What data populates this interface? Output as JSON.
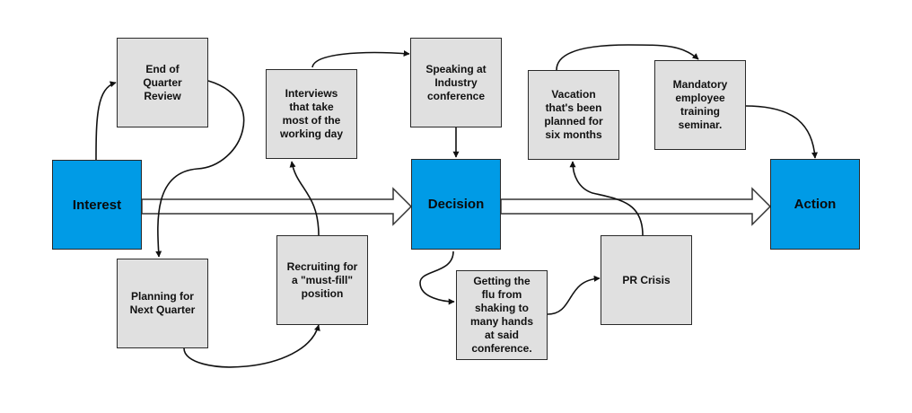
{
  "colors": {
    "stage_fill": "#009be6",
    "task_fill": "#e0e0e0",
    "border": "#2a2a2a",
    "arrow": "#111111",
    "main_flow_fill": "#ffffff"
  },
  "nodes": {
    "interest": {
      "label": "Interest"
    },
    "decision": {
      "label": "Decision"
    },
    "action": {
      "label": "Action"
    },
    "end_of_quarter_review": {
      "label": "End of\nQuarter\nReview"
    },
    "planning_next_quarter": {
      "label": "Planning for\nNext Quarter"
    },
    "interviews": {
      "label": "Interviews\nthat take\nmost of the\nworking day"
    },
    "recruiting": {
      "label": "Recruiting for\na \"must-fill\"\nposition"
    },
    "speaking_conference": {
      "label": "Speaking at\nIndustry\nconference"
    },
    "flu": {
      "label": "Getting the\nflu from\nshaking to\nmany hands\nat said\nconference."
    },
    "vacation": {
      "label": "Vacation\nthat's been\nplanned for\nsix months"
    },
    "pr_crisis": {
      "label": "PR Crisis"
    },
    "mandatory_training": {
      "label": "Mandatory\nemployee\ntraining\nseminar."
    }
  }
}
